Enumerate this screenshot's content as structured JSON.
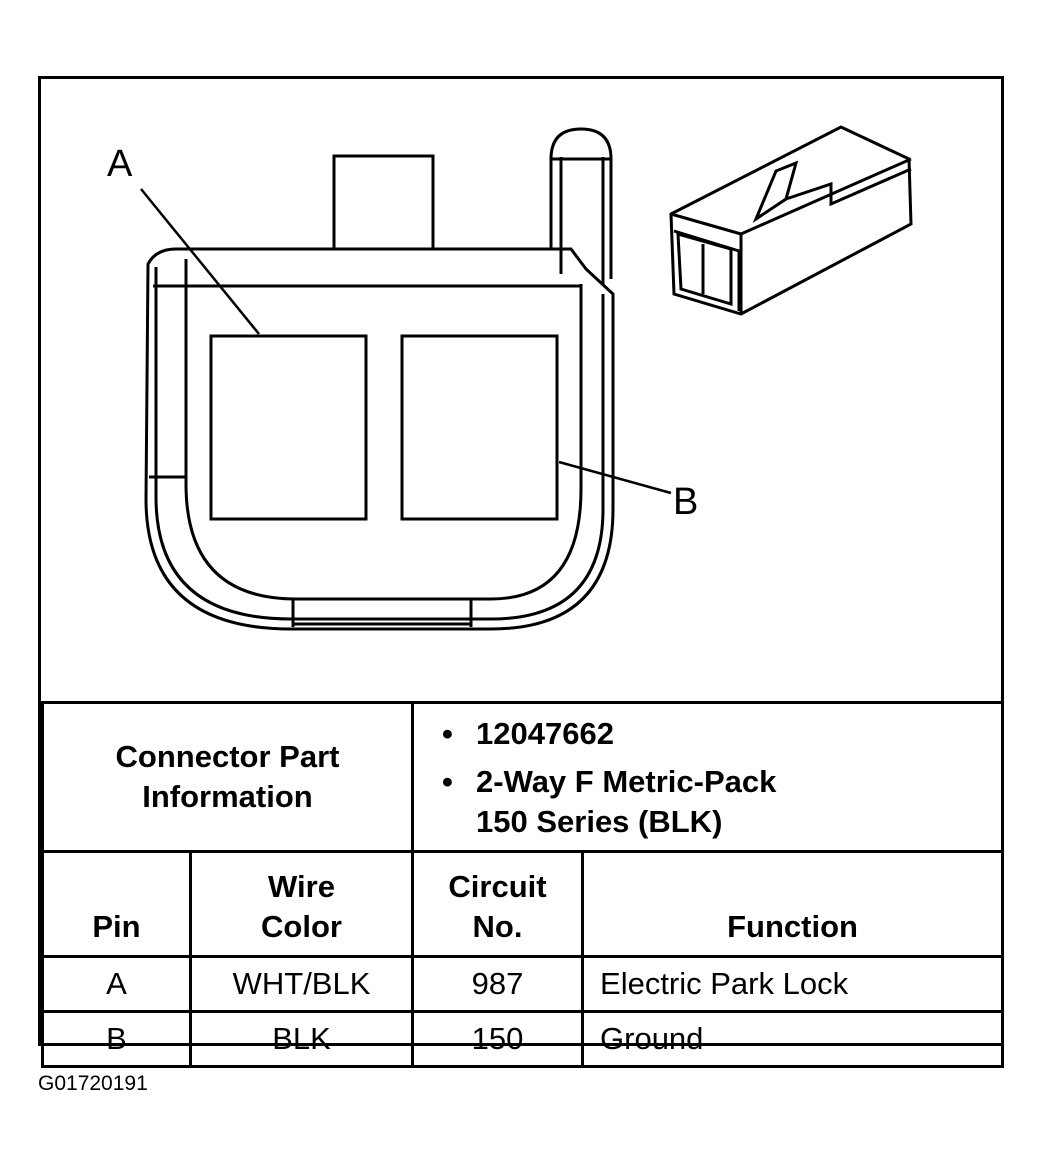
{
  "diagram": {
    "label_a": "A",
    "label_b": "B"
  },
  "connector_info": {
    "label": "Connector Part Information",
    "part_number": "12047662",
    "description_line1": "2-Way F Metric-Pack",
    "description_line2": "150 Series (BLK)"
  },
  "table": {
    "headers": {
      "pin": "Pin",
      "wire_color_1": "Wire",
      "wire_color_2": "Color",
      "circuit_1": "Circuit",
      "circuit_2": "No.",
      "function": "Function"
    },
    "rows": [
      {
        "pin": "A",
        "wire_color": "WHT/BLK",
        "circuit": "987",
        "function": "Electric Park Lock"
      },
      {
        "pin": "B",
        "wire_color": "BLK",
        "circuit": "150",
        "function": "Ground"
      }
    ]
  },
  "figure_id": "G01720191"
}
